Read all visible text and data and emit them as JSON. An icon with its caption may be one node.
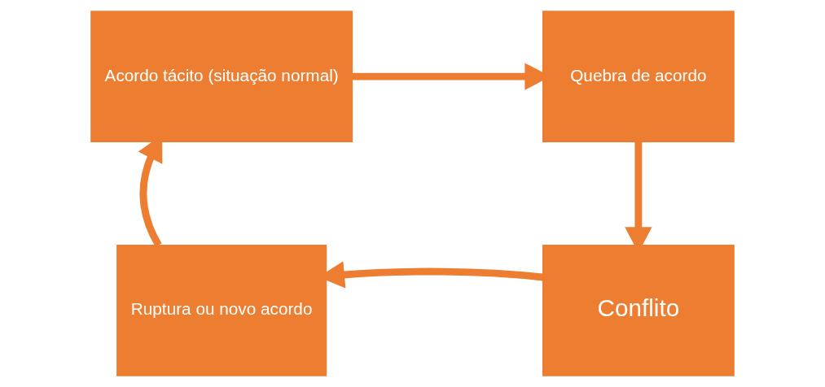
{
  "diagram": {
    "nodes": [
      {
        "text": [
          "Acordo tácito (situação normal)"
        ]
      },
      {
        "text": [
          "Quebra de acordo"
        ]
      },
      {
        "text": [
          "Conflito"
        ]
      },
      {
        "text": [
          "Ruptura ou novo acordo"
        ]
      }
    ],
    "edges": [
      {
        "from": 0,
        "to": 1,
        "arrow": "to"
      },
      {
        "from": 1,
        "to": 2,
        "arrow": "to"
      },
      {
        "from": 2,
        "to": 3,
        "arrow": "to"
      },
      {
        "from": 3,
        "to": 0,
        "arrow": "to"
      }
    ]
  }
}
